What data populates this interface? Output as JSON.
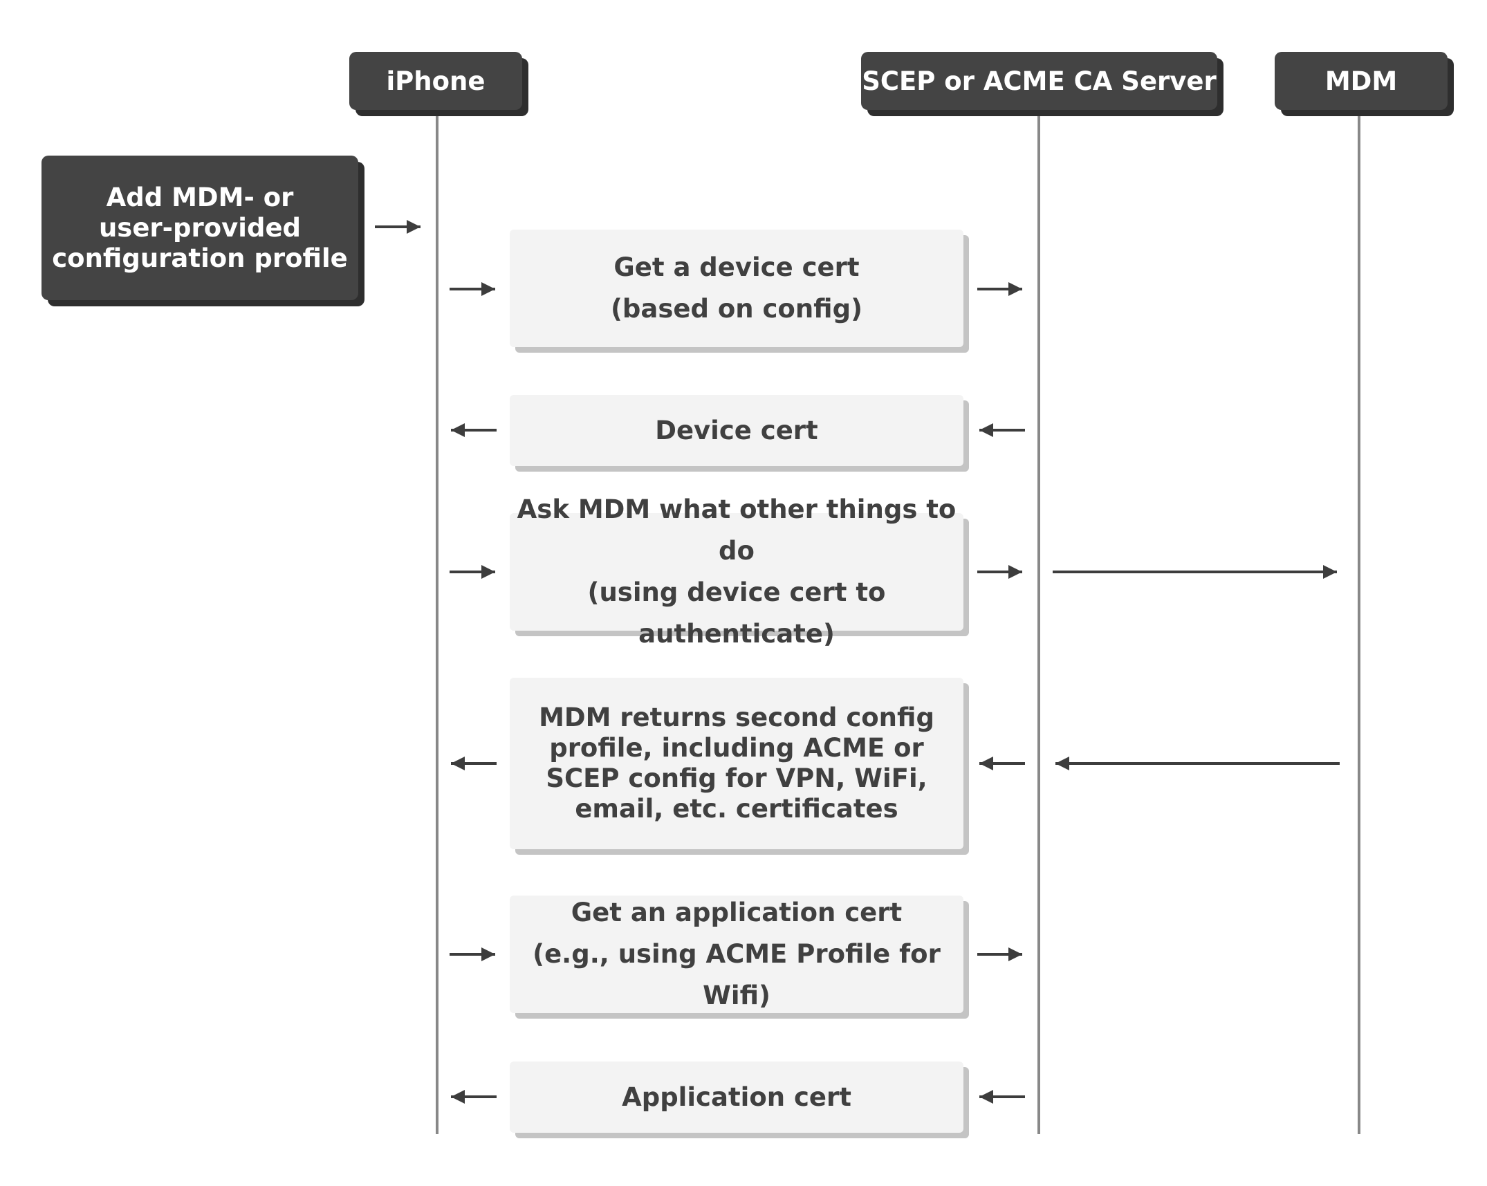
{
  "participants": {
    "iphone": "iPhone",
    "ca_server": "SCEP or ACME CA Server",
    "mdm": "MDM"
  },
  "start_box": {
    "lines": [
      "Add MDM- or",
      "user-provided",
      "configuration profile"
    ]
  },
  "messages": [
    {
      "lines": [
        "Get a device cert",
        "(based on config)"
      ],
      "direction": "right"
    },
    {
      "lines": [
        "Device cert"
      ],
      "direction": "left"
    },
    {
      "lines": [
        "Ask MDM what other things to do",
        "(using device cert to authenticate)"
      ],
      "direction": "right"
    },
    {
      "lines": [
        "MDM returns second config",
        "profile, including ACME or",
        "SCEP config for VPN, WiFi,",
        "email, etc. certificates"
      ],
      "direction": "left"
    },
    {
      "lines": [
        "Get an application cert",
        "(e.g., using ACME Profile for Wifi)"
      ],
      "direction": "right"
    },
    {
      "lines": [
        "Application cert"
      ],
      "direction": "left"
    }
  ],
  "colors": {
    "dark_box": "#444444",
    "light_box": "#f3f3f3",
    "text_dark": "#404040",
    "lifeline": "#888888",
    "arrow": "#3d3d3d"
  }
}
